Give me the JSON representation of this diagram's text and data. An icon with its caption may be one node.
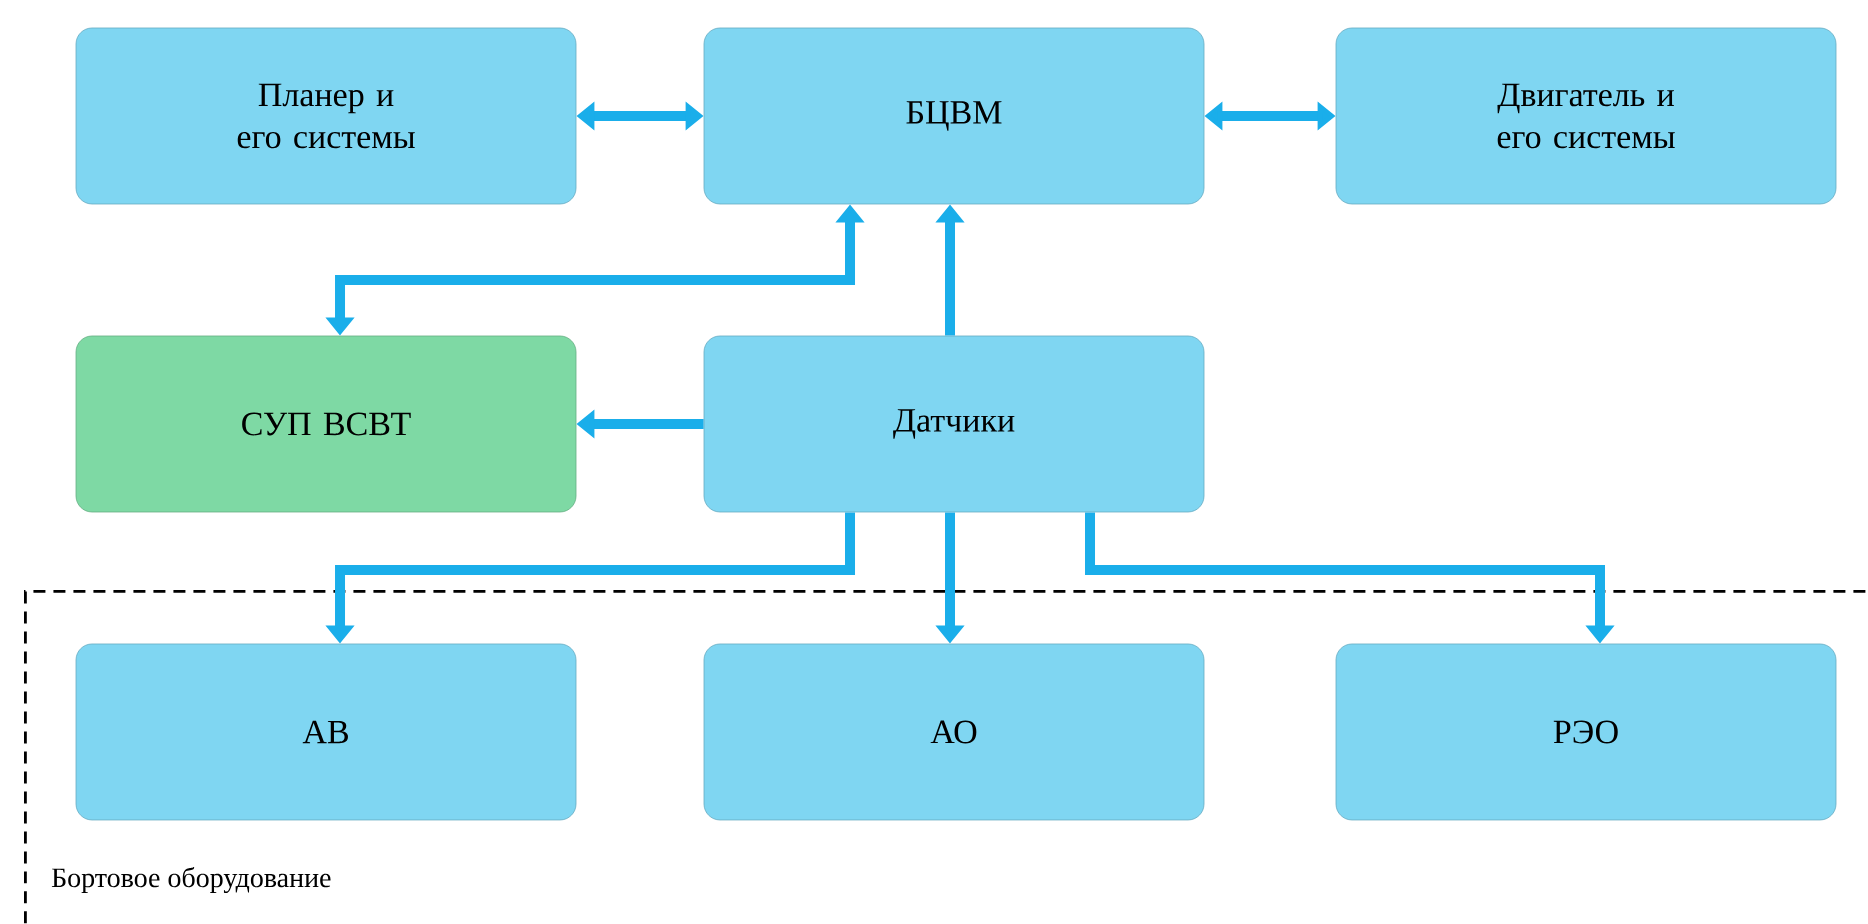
{
  "diagram": {
    "nodes": [
      {
        "text": [
          "Планер и его системы"
        ]
      },
      {
        "text": [
          "БЦВМ"
        ]
      },
      {
        "text": [
          "Двигатель и его системы"
        ]
      },
      {
        "text": [
          "СУП ВСВТ"
        ]
      },
      {
        "text": [
          "Датчики"
        ]
      },
      {
        "text": [
          "Бортовое оборудование"
        ]
      },
      {
        "text": [
          "АВ"
        ],
        "in": 5
      },
      {
        "text": [
          "АО"
        ],
        "in": 5
      },
      {
        "text": [
          "РЭО"
        ],
        "in": 5
      }
    ],
    "edges": [
      {
        "from": 0,
        "to": 1,
        "arrow": "both"
      },
      {
        "from": 1,
        "to": 2,
        "arrow": "both"
      },
      {
        "from": 1,
        "to": 3,
        "arrow": "both"
      },
      {
        "from": 4,
        "to": 1,
        "arrow": "to"
      },
      {
        "from": 4,
        "to": 3,
        "arrow": "to"
      },
      {
        "from": 4,
        "to": 6,
        "arrow": "to"
      },
      {
        "from": 4,
        "to": 7,
        "arrow": "to"
      },
      {
        "from": 4,
        "to": 8,
        "arrow": "to"
      }
    ]
  }
}
